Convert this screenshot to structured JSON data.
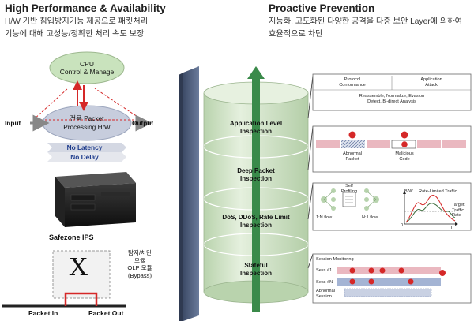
{
  "left": {
    "title": "High Performance & Availability",
    "subtitle": [
      "H/W 기반 침입방지기능 제공으로 패킷처리",
      "기능에 대해 고성능/정확한 처리 속도 보장"
    ],
    "cpu_node": [
      "CPU",
      "Control & Manage"
    ],
    "hw_node": [
      "전용 Packet",
      "Processing H/W"
    ],
    "input_label": "Input",
    "output_label": "Output",
    "no_latency": "No Latency",
    "no_delay": "No Delay",
    "product_name": "Safezone IPS",
    "bypass_module": [
      "탐지/차단",
      "모듈",
      "OLP 모듈",
      "(Bypass)"
    ],
    "bypass_symbol": "X",
    "packet_in": "Packet In",
    "packet_out": "Packet Out"
  },
  "right": {
    "title": "Proactive Prevention",
    "subtitle": [
      "지능화, 고도화된 다양한 공격을 다중 보안 Layer에 의하여",
      "효율적으로 차단"
    ],
    "layers": [
      [
        "Application Level",
        "Inspection"
      ],
      [
        "Deep Packet",
        "Inspection"
      ],
      [
        "DoS, DDoS, Rate Limit",
        "Inspection"
      ],
      [
        "Stateful",
        "Inspection"
      ]
    ],
    "panel1": {
      "protocol": [
        "Protocol",
        "Conformance"
      ],
      "application": [
        "Application",
        "Attack"
      ],
      "bottom": [
        "Reassemble, Normalize, Evasion",
        "Detect, Bi-direct Analysis"
      ]
    },
    "panel2": {
      "abnormal": [
        "Abnormal",
        "Packet"
      ],
      "malicious": [
        "Malicious",
        "Code"
      ]
    },
    "panel3": {
      "self_profiling": [
        "Self",
        "Profiling"
      ],
      "one_n_flow": "1:N flow",
      "n_one_flow": "N:1 flow",
      "bw": "B/W",
      "rate_limited": "Rate-Limited Traffic",
      "target_rate": [
        "Target",
        "Traffic",
        "Rate"
      ],
      "zero": "0",
      "t": "T"
    },
    "panel4": {
      "title": "Session Monitoring",
      "sess1": "Sess #1",
      "sessn": "Sess #N",
      "abnormal_session": [
        "Abnormal",
        "Session"
      ]
    }
  },
  "colors": {
    "cpu_fill": "#c9e3bd",
    "hw_fill": "#c7cddd",
    "arrow_red": "#d52828",
    "wall_blue": "#51617f",
    "cylinder_green": "#d0e4c6",
    "arrow_green": "#3a8a4a",
    "pink_band": "#eab8c0",
    "blue_band": "#a4b4d4"
  }
}
